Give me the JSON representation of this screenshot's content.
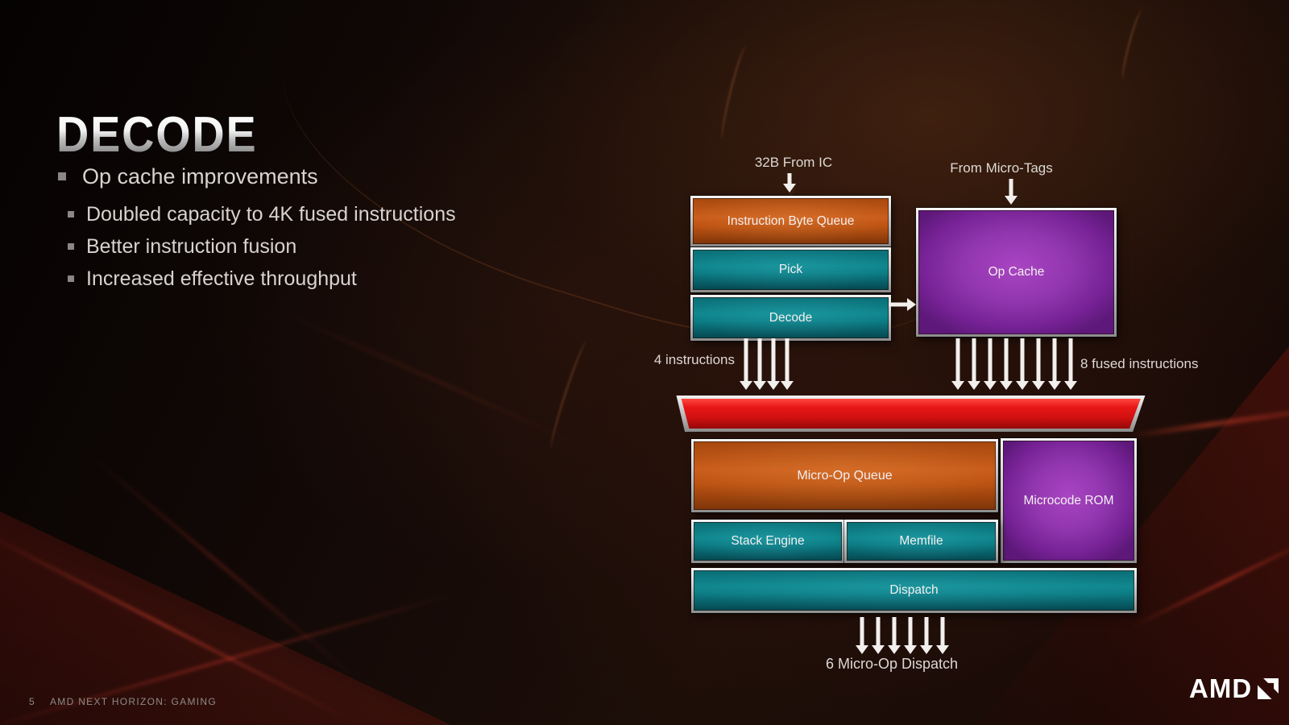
{
  "slide": {
    "title": "DECODE",
    "page_number": "5",
    "footer": "AMD NEXT HORIZON: GAMING",
    "logo_text": "AMD"
  },
  "bullets": [
    {
      "level": 1,
      "text": "Op cache improvements"
    },
    {
      "level": 2,
      "text": "Doubled capacity to 4K fused instructions"
    },
    {
      "level": 2,
      "text": "Better instruction fusion"
    },
    {
      "level": 2,
      "text": "Increased effective throughput"
    }
  ],
  "diagram": {
    "labels": {
      "from_ic": "32B From IC",
      "from_micro_tags": "From Micro-Tags",
      "four_instructions": "4 instructions",
      "eight_fused_instructions": "8 fused instructions",
      "six_micro_op_dispatch": "6 Micro-Op Dispatch"
    },
    "nodes": {
      "instruction_byte_queue": "Instruction Byte Queue",
      "pick": "Pick",
      "decode": "Decode",
      "op_cache": "Op Cache",
      "micro_op_queue": "Micro-Op Queue",
      "microcode_rom": "Microcode ROM",
      "stack_engine": "Stack Engine",
      "memfile": "Memfile",
      "dispatch": "Dispatch"
    },
    "arrow_counts": {
      "decode_out": 4,
      "op_cache_out": 8,
      "dispatch_out": 6
    },
    "colors": {
      "orange": "#c95d1b",
      "teal": "#10868d",
      "purple": "#9136ae",
      "red": "#d21010",
      "frame_silver": "#c6c6c6",
      "arrow_white": "#f2efec",
      "background": "#0a0504"
    }
  }
}
